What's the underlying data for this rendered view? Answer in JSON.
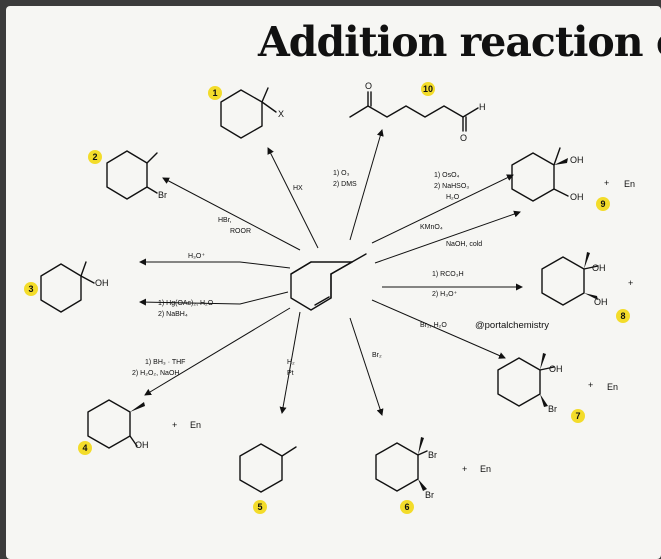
{
  "title": "Addition reaction of",
  "watermark": "@portalchemistry",
  "products": {
    "p1": {
      "num": "1",
      "sub": "X"
    },
    "p2": {
      "num": "2",
      "sub": "Br"
    },
    "p3": {
      "num": "3",
      "sub": "OH"
    },
    "p4": {
      "num": "4",
      "sub": "OH",
      "en": "En"
    },
    "p5": {
      "num": "5"
    },
    "p6": {
      "num": "6",
      "sub1": "Br",
      "sub2": "Br",
      "en": "En"
    },
    "p7": {
      "num": "7",
      "sub1": "OH",
      "sub2": "Br",
      "en": "En"
    },
    "p8": {
      "num": "8",
      "sub1": "OH",
      "sub2": "OH"
    },
    "p9": {
      "num": "9",
      "sub1": "OH",
      "sub2": "OH",
      "en": "En"
    },
    "p10": {
      "num": "10",
      "sub1": "O",
      "sub2": "H",
      "sub3": "O"
    }
  },
  "reagents": {
    "hx": "HX",
    "ozone1": "1) O₃",
    "ozone2": "2) DMS",
    "oso4_1": "1) OsO₄",
    "oso4_2": "2) NaHSO₃",
    "oso4_3": "H₂O",
    "kmno4_1": "KMnO₄",
    "kmno4_2": "NaOH, cold",
    "hbr1": "HBr,",
    "hbr2": "ROOR",
    "h3o": "H₃O⁺",
    "rco3h_1": "1) RCO₃H",
    "rco3h_2": "2) H₃O⁺",
    "hg1": "1) Hg(OAc)₂, H₂O",
    "hg2": "2) NaBH₄",
    "br2h2o": "Br₂, H₂O",
    "bh3_1": "1) BH₃ · THF",
    "bh3_2": "2) H₂O₂, NaOH",
    "h2_1": "H₂",
    "h2_2": "Pt",
    "br2": "Br₂"
  },
  "plus": "+"
}
